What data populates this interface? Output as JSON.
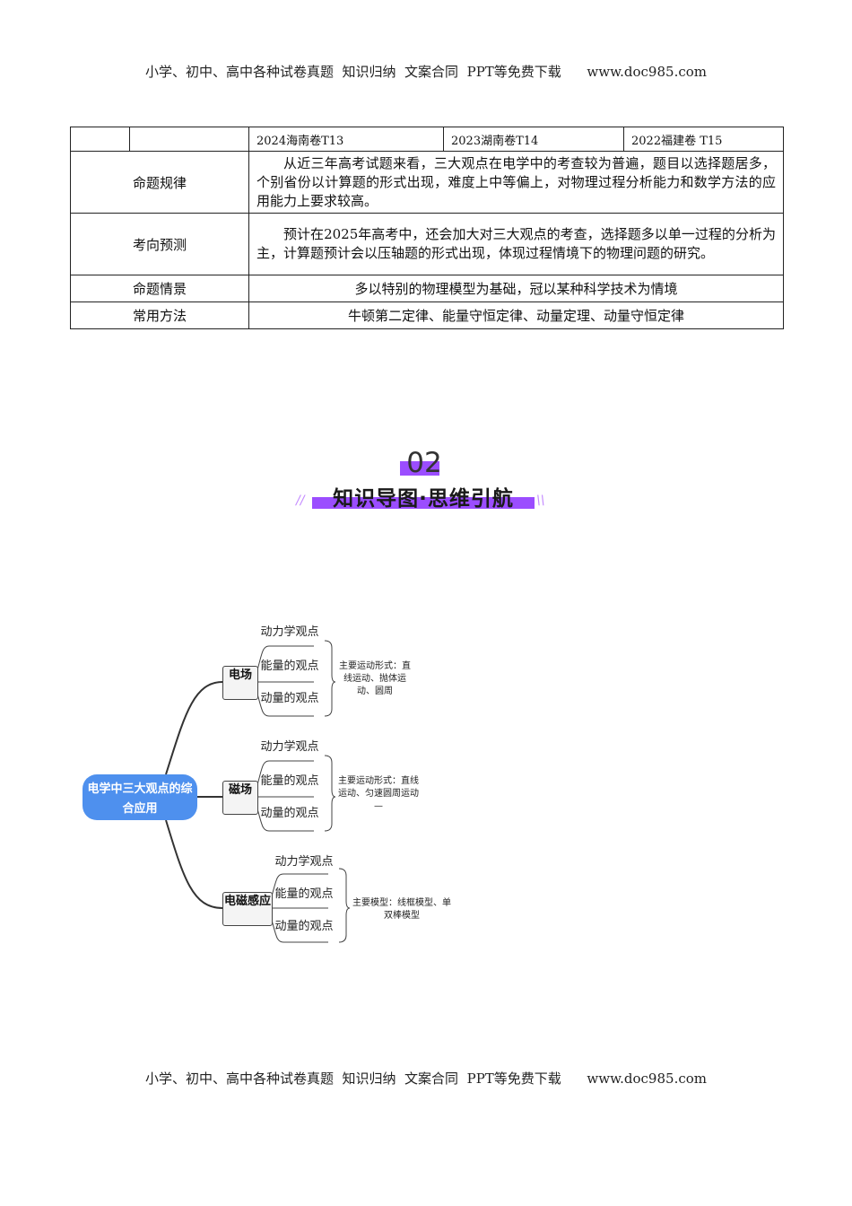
{
  "header": "小学、初中、高中各种试卷真题  知识归纳  文案合同  PPT等免费下载      www.doc985.com",
  "footer": "小学、初中、高中各种试卷真题  知识归纳  文案合同  PPT等免费下载      www.doc985.com",
  "table": {
    "years": [
      "2024海南卷T13",
      "2023湖南卷T14",
      "2022福建卷  T15"
    ],
    "rows": [
      {
        "label": "命题规律",
        "text": "从近三年高考试题来看，三大观点在电学中的考查较为普遍，题目以选择题居多，个别省份以计算题的形式出现，难度上中等偏上，对物理过程分析能力和数学方法的应用能力上要求较高。"
      },
      {
        "label": "考向预测",
        "text": "预计在2025年高考中，还会加大对三大观点的考查，选择题多以单一过程的分析为主，计算题预计会以压轴题的形式出现，体现过程情境下的物理问题的研究。"
      },
      {
        "label": "命题情景",
        "text": "多以特别的物理模型为基础，冠以某种科学技术为情境"
      },
      {
        "label": "常用方法",
        "text": "牛顿第二定律、能量守恒定律、动量定理、动量守恒定律"
      }
    ]
  },
  "section": {
    "number": "02",
    "title": "知识导图·思维引航"
  },
  "mindmap": {
    "root": "电学中三大观点的综合应用",
    "branches": [
      {
        "label": "电场",
        "leaves": [
          "动力学观点",
          "能量的观点",
          "动量的观点"
        ],
        "note": "主要运动形式：直线运动、抛体运动、圆周"
      },
      {
        "label": "磁场",
        "leaves": [
          "动力学观点",
          "能量的观点",
          "动量的观点"
        ],
        "note": "主要运动形式：直线运动、匀速圆周运动 —"
      },
      {
        "label": "电磁感应",
        "leaves": [
          "动力学观点",
          "能量的观点",
          "动量的观点"
        ],
        "note": "主要模型：线框模型、单双棒模型"
      }
    ],
    "colors": {
      "root": "#4e90ee",
      "accent": "#9b4dff"
    }
  }
}
